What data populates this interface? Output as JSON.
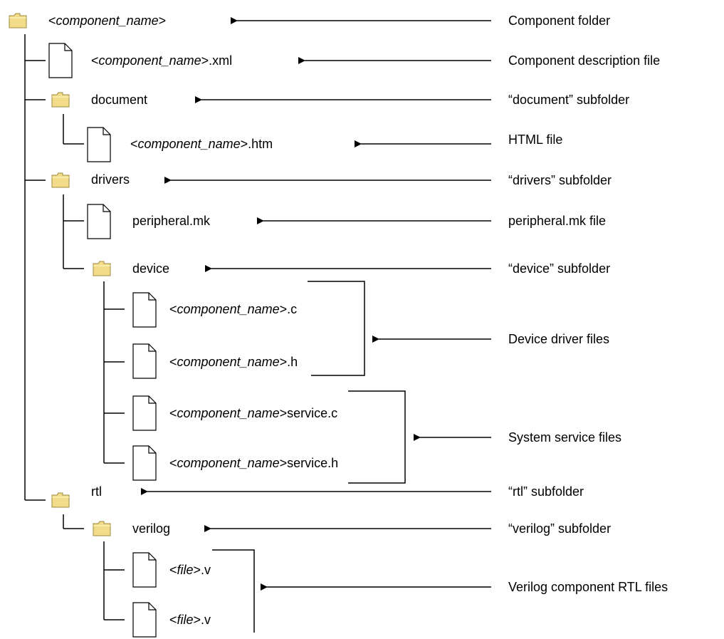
{
  "tree": {
    "root": {
      "pre": "<",
      "name": "component_name",
      "post": ">"
    },
    "xml": {
      "pre": "<",
      "name": "component_name",
      "post": ">.xml"
    },
    "document": {
      "text": "document"
    },
    "htm": {
      "pre": "<",
      "name": "component_name",
      "post": ">.htm"
    },
    "drivers": {
      "text": "drivers"
    },
    "peripheral": {
      "text": "peripheral.mk"
    },
    "device": {
      "text": "device"
    },
    "c": {
      "pre": "<",
      "name": "component_name",
      "post": ">.c"
    },
    "h": {
      "pre": "<",
      "name": "component_name",
      "post": ">.h"
    },
    "service_c": {
      "pre": "<",
      "name": "component_name",
      "post": ">service.c"
    },
    "service_h": {
      "pre": "<",
      "name": "component_name",
      "post": ">service.h"
    },
    "rtl": {
      "text": "rtl"
    },
    "verilog": {
      "text": "verilog"
    },
    "v1": {
      "pre": "<",
      "name": "file",
      "post": ">.v"
    },
    "v2": {
      "pre": "<",
      "name": "file",
      "post": ">.v"
    }
  },
  "descriptions": {
    "component_folder": "Component folder",
    "component_description": "Component description file",
    "document_subfolder": "“document” subfolder",
    "html_file": "HTML file",
    "drivers_subfolder": "“drivers” subfolder",
    "peripheral_file": "peripheral.mk file",
    "device_subfolder": "“device” subfolder",
    "device_driver_files": "Device driver files",
    "system_service_files": "System service files",
    "rtl_subfolder": "“rtl” subfolder",
    "verilog_subfolder": "“verilog” subfolder",
    "verilog_rtl_files": "Verilog component RTL files"
  },
  "colors": {
    "folder_fill": "#f2dc8a",
    "folder_edge": "#9c8a3c",
    "line": "#000000"
  }
}
